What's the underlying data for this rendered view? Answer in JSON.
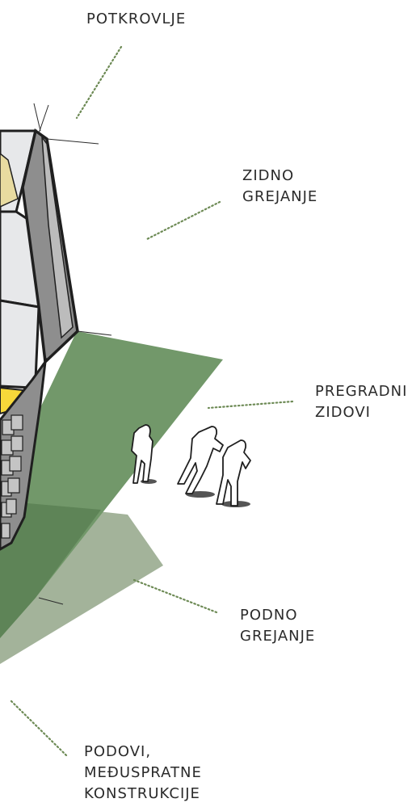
{
  "labels": {
    "potkrovlje": [
      "POTKROVLJE"
    ],
    "zidno_grejanje": [
      "ZIDNO",
      "GREJANJE"
    ],
    "pregradni_zidovi": [
      "PREGRADNI",
      "ZIDOVI"
    ],
    "podno_grejanje": [
      "PODNO",
      "GREJANJE"
    ],
    "podovi": [
      "PODOVI,",
      "MEĐUSPRATNE",
      "KONSTRUKCIJE"
    ]
  },
  "colors": {
    "ground_plane": "#72986a",
    "ground_shadow": "#a3b39a",
    "ground_overlap": "#5e8457",
    "wall_fill": "#8e8e8e",
    "interior_wall": "#e7e8ea",
    "attic_insulation": "#e8dba0",
    "floor_highlight": "#f7d83a",
    "outline": "#1f1f1f",
    "leader": "#6d8a55"
  }
}
